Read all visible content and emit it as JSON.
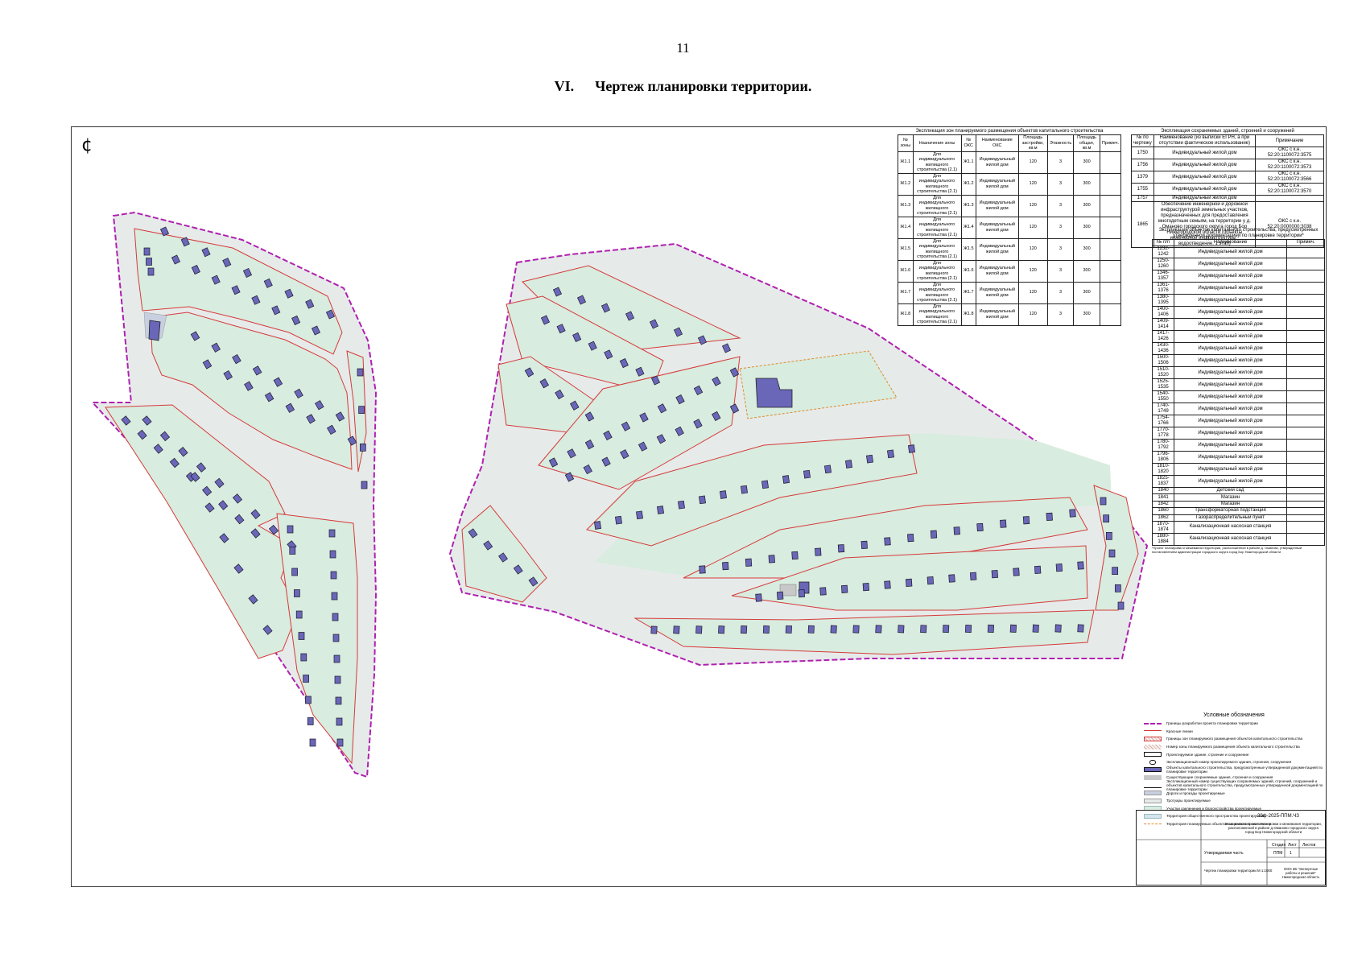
{
  "page_number": "11",
  "heading": {
    "num": "VI.",
    "title": "Чертеж планировки территории."
  },
  "north_symbol": "¢",
  "table_zones": {
    "caption": "Экспликация зон планируемого размещения объектов капитального строительства",
    "headers": [
      "№ зоны",
      "Назначение зоны",
      "№ ОКС",
      "Наименование ОКС",
      "Площадь застройки, кв.м",
      "Этажность",
      "Площадь общая, кв.м",
      "Примеч."
    ],
    "rows": [
      [
        "Ж1.1",
        "Для индивидуального жилищного строительства (2.1)",
        "Ж1.1",
        "Индивидуальный жилой дом",
        "120",
        "3",
        "300",
        ""
      ],
      [
        "Ж1.2",
        "Для индивидуального жилищного строительства (2.1)",
        "Ж1.2",
        "Индивидуальный жилой дом",
        "120",
        "3",
        "300",
        ""
      ],
      [
        "Ж1.3",
        "Для индивидуального жилищного строительства (2.1)",
        "Ж1.3",
        "Индивидуальный жилой дом",
        "120",
        "3",
        "300",
        ""
      ],
      [
        "Ж1.4",
        "Для индивидуального жилищного строительства (2.1)",
        "Ж1.4",
        "Индивидуальный жилой дом",
        "120",
        "3",
        "300",
        ""
      ],
      [
        "Ж1.5",
        "Для индивидуального жилищного строительства (2.1)",
        "Ж1.5",
        "Индивидуальный жилой дом",
        "120",
        "3",
        "300",
        ""
      ],
      [
        "Ж1.6",
        "Для индивидуального жилищного строительства (2.1)",
        "Ж1.6",
        "Индивидуальный жилой дом",
        "120",
        "3",
        "300",
        ""
      ],
      [
        "Ж1.7",
        "Для индивидуального жилищного строительства (2.1)",
        "Ж1.7",
        "Индивидуальный жилой дом",
        "120",
        "3",
        "300",
        ""
      ],
      [
        "Ж1.8",
        "Для индивидуального жилищного строительства (2.1)",
        "Ж1.8",
        "Индивидуальный жилой дом",
        "120",
        "3",
        "300",
        ""
      ]
    ]
  },
  "table_existing": {
    "caption": "Экспликация сохраняемых зданий, строений и сооружений",
    "headers": [
      "№ по чертежу",
      "Наименование (из выписки ЕГРН, а при отсутствии фактическое использование)",
      "Примечание"
    ],
    "rows": [
      [
        "1750",
        "Индивидуальный жилой дом",
        "ОКС с к.н. 52:20:1100072:3575"
      ],
      [
        "1756",
        "Индивидуальный жилой дом",
        "ОКС с к.н. 52:20:1100072:3573"
      ],
      [
        "1379",
        "Индивидуальный жилой дом",
        "ОКС с к.н. 52:20:1100072:3566"
      ],
      [
        "1755",
        "Индивидуальный жилой дом",
        "ОКС с к.н. 52:20:1100072:3570"
      ],
      [
        "1757",
        "Индивидуальный жилой дом",
        ""
      ],
      [
        "1865",
        "Обеспечение инженерной и дорожной инфраструктурой земельных участков, предназначенных для предоставления многодетным семьям, на территории у д. Оманово городского округа город Бор Нижегородской области (объекты инженерной инфраструктуры - водоотведение. 1 этап)",
        "ОКС с к.н. 52:20:0000000:3038"
      ]
    ]
  },
  "table_planned": {
    "caption": "Экспликация объектов капитального строительства, предусмотренных утвержденной документацией по планировке территории*",
    "headers": [
      "№ п/п",
      "Наименование",
      "Примеч."
    ],
    "rows": [
      [
        "1232-1242",
        "Индивидуальный жилой дом"
      ],
      [
        "1250-1260",
        "Индивидуальный жилой дом"
      ],
      [
        "1346-1357",
        "Индивидуальный жилой дом"
      ],
      [
        "1361-1376",
        "Индивидуальный жилой дом"
      ],
      [
        "1380-1395",
        "Индивидуальный жилой дом"
      ],
      [
        "1400-1406",
        "Индивидуальный жилой дом"
      ],
      [
        "1409-1414",
        "Индивидуальный жилой дом"
      ],
      [
        "1417-1426",
        "Индивидуальный жилой дом"
      ],
      [
        "1430-1436",
        "Индивидуальный жилой дом"
      ],
      [
        "1500-1506",
        "Индивидуальный жилой дом"
      ],
      [
        "1510-1520",
        "Индивидуальный жилой дом"
      ],
      [
        "1525-1535",
        "Индивидуальный жилой дом"
      ],
      [
        "1540-1550",
        "Индивидуальный жилой дом"
      ],
      [
        "1740-1749",
        "Индивидуальный жилой дом"
      ],
      [
        "1754-1766",
        "Индивидуальный жилой дом"
      ],
      [
        "1770-1778",
        "Индивидуальный жилой дом"
      ],
      [
        "1780-1792",
        "Индивидуальный жилой дом"
      ],
      [
        "1796-1806",
        "Индивидуальный жилой дом"
      ],
      [
        "1810-1820",
        "Индивидуальный жилой дом"
      ],
      [
        "1825-1837",
        "Индивидуальный жилой дом"
      ],
      [
        "1840",
        "Детский сад"
      ],
      [
        "1841",
        "Магазин"
      ],
      [
        "1842",
        "Магазин"
      ],
      [
        "1860",
        "Трансформаторная подстанция"
      ],
      [
        "1862",
        "Газораспределительный пункт"
      ],
      [
        "1870-1874",
        "Канализационная насосная станция"
      ],
      [
        "1880-1884",
        "Канализационная насосная станция"
      ]
    ],
    "footnote": "*Проект планировки и межевания территории, расположенной в районе д. Оманово, утвержденный постановлением администрации городского округа город Бор Нижегородской области"
  },
  "legend": {
    "title": "Условные обозначения",
    "items": [
      {
        "sym": "boundary",
        "text": "Границы разработки проекта планировки территории"
      },
      {
        "sym": "redline",
        "text": "Красные линии"
      },
      {
        "sym": "hatch",
        "text": "Границы зон планируемого размещения объектов капитального строительства"
      },
      {
        "sym": "zonenum",
        "text": "Номер зоны планируемого размещения объекта капитального строительства"
      },
      {
        "sym": "building",
        "text": "Проектируемое здание, строение и сооружение"
      },
      {
        "sym": "num",
        "text": "Экспликационный номер проектируемого здания, строения, сооружения"
      },
      {
        "sym": "planned",
        "text": "Объекты капитального строительства, предусмотренные утвержденной документацией по планировке территории"
      },
      {
        "sym": "existing",
        "text": "Существующие сохраняемые здания, строения и сооружения"
      },
      {
        "sym": "num1000",
        "text": "Экспликационный номер существующих сохраняемых зданий, строений, сооружений и объектов капитального строительства, предусмотренных утвержденной документацией по планировке территории"
      },
      {
        "sym": "road",
        "text": "Дороги и проезды проектируемые"
      },
      {
        "sym": "sidewalk",
        "text": "Тротуары проектируемые"
      },
      {
        "sym": "green",
        "text": "Участки озеленения и благоустройства проектируемые"
      },
      {
        "sym": "public",
        "text": "Территория общественного пространства проектируемая"
      },
      {
        "sym": "social",
        "text": "Территория планируемых объектов социального назначения"
      }
    ]
  },
  "stamp": {
    "code": "20ф-2025-ППМ.ЧЗ",
    "description": "Изменения в проект планировки и межевания территории, расположенной в районе д.Оманово городского округа город Бор Нижегородской области",
    "part": "Утверждаемая часть",
    "stage": "Стадия",
    "sheet": "Лист",
    "sheets": "Листов",
    "stage_val": "ППМ",
    "sheet_val": "1",
    "drawing_title": "Чертеж планировки территории М 1:1000",
    "org": "ООО ЗБ \"Экспертные работы и решения\" Нижегородская область"
  },
  "colors": {
    "road": "#e6ebea",
    "green": "#d8ecdf",
    "planned": "#6a66b8",
    "red_line": "#d63a3a",
    "boundary": "#b020b0"
  }
}
